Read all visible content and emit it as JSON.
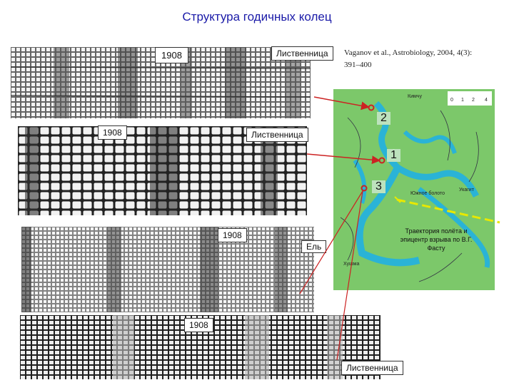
{
  "title": "Структура годичных колец",
  "citation": {
    "line1": "Vaganov et al., Astrobiology, 2004, 4(3):",
    "line2": "391–400"
  },
  "panels": [
    {
      "year": "1908",
      "species": "Лиственница"
    },
    {
      "year": "1908",
      "species": "Лиственница"
    },
    {
      "year": "1908",
      "species": "Ель"
    },
    {
      "year": "1908",
      "species": "Лиственница"
    }
  ],
  "map": {
    "site_numbers": [
      "2",
      "1",
      "3"
    ],
    "place_top": "Кимчу",
    "place_swamp": "Южное болото",
    "place_right": "Укагит",
    "place_bottom": "Хушма",
    "scale_ticks": [
      "0",
      "1",
      "2",
      "4"
    ],
    "trajectory_note": "Траектория полёта и эпицентр взрыва по В.Г. Фасту"
  },
  "colors": {
    "title": "#1a1aa8",
    "arrow": "#cc2222",
    "trajectory": "#e8e800",
    "water": "#2ab3d6",
    "land": "#7cc86a"
  }
}
